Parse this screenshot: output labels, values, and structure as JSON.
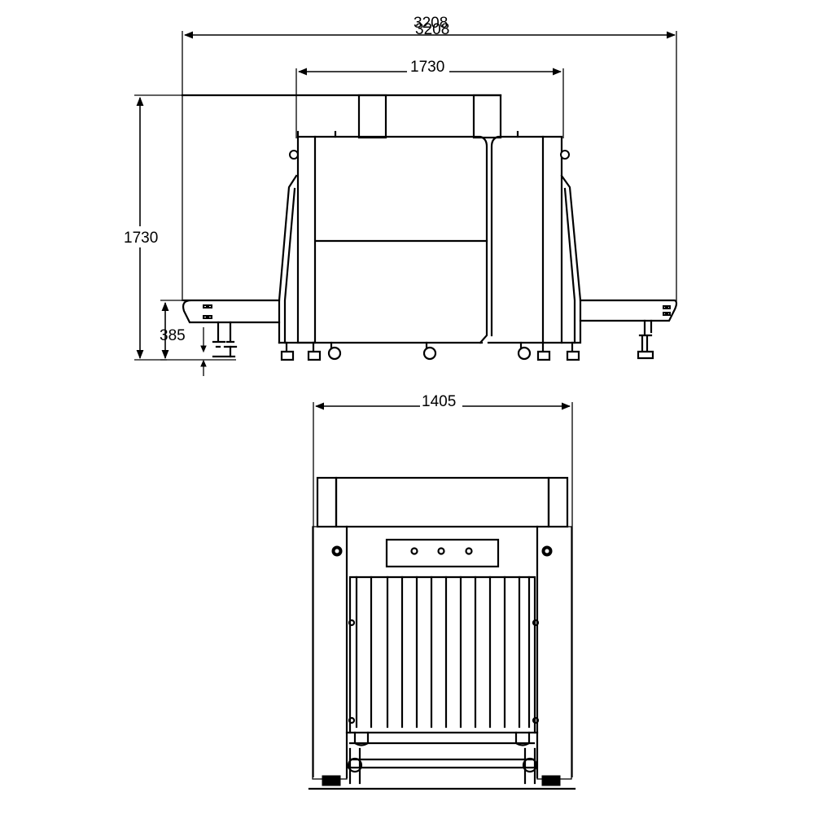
{
  "side_view": {
    "overall_length_label": "3208",
    "overall_length_label_ghost": "3208",
    "tunnel_length_label": "1730",
    "height_label": "1730",
    "conveyor_height_label": "385"
  },
  "front_view": {
    "width_label": "1405"
  },
  "colors": {
    "line": "#000000",
    "background": "#ffffff"
  }
}
